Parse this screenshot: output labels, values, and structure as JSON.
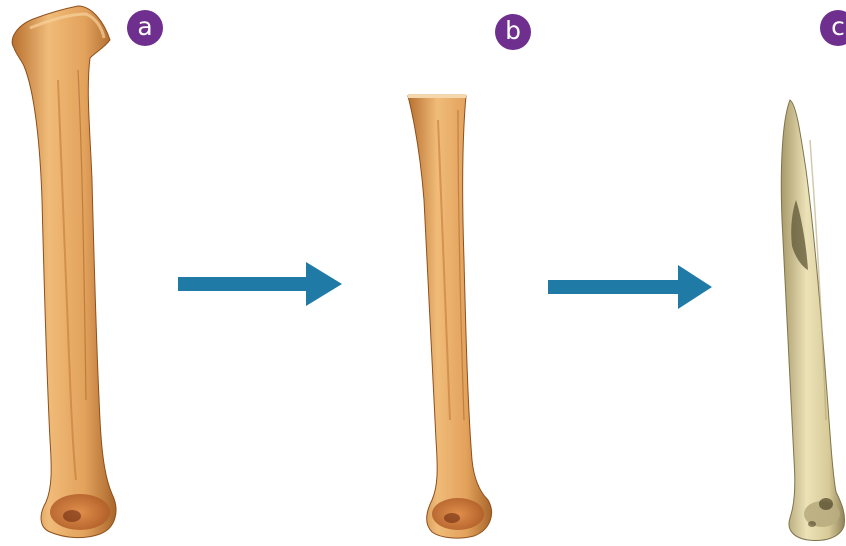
{
  "labels": {
    "a": "a",
    "b": "b",
    "c": "c"
  },
  "colors": {
    "badge": "#6f2f8f",
    "arrow": "#1f7aa6",
    "bone_fresh": "#e3a45f",
    "bone_fresh_dark": "#b86a2c",
    "bone_worked": "#e2d6a8",
    "bone_worked_dark": "#9c8f64"
  },
  "icons": {
    "arrow_1": "right-arrow-icon",
    "arrow_2": "right-arrow-icon"
  }
}
